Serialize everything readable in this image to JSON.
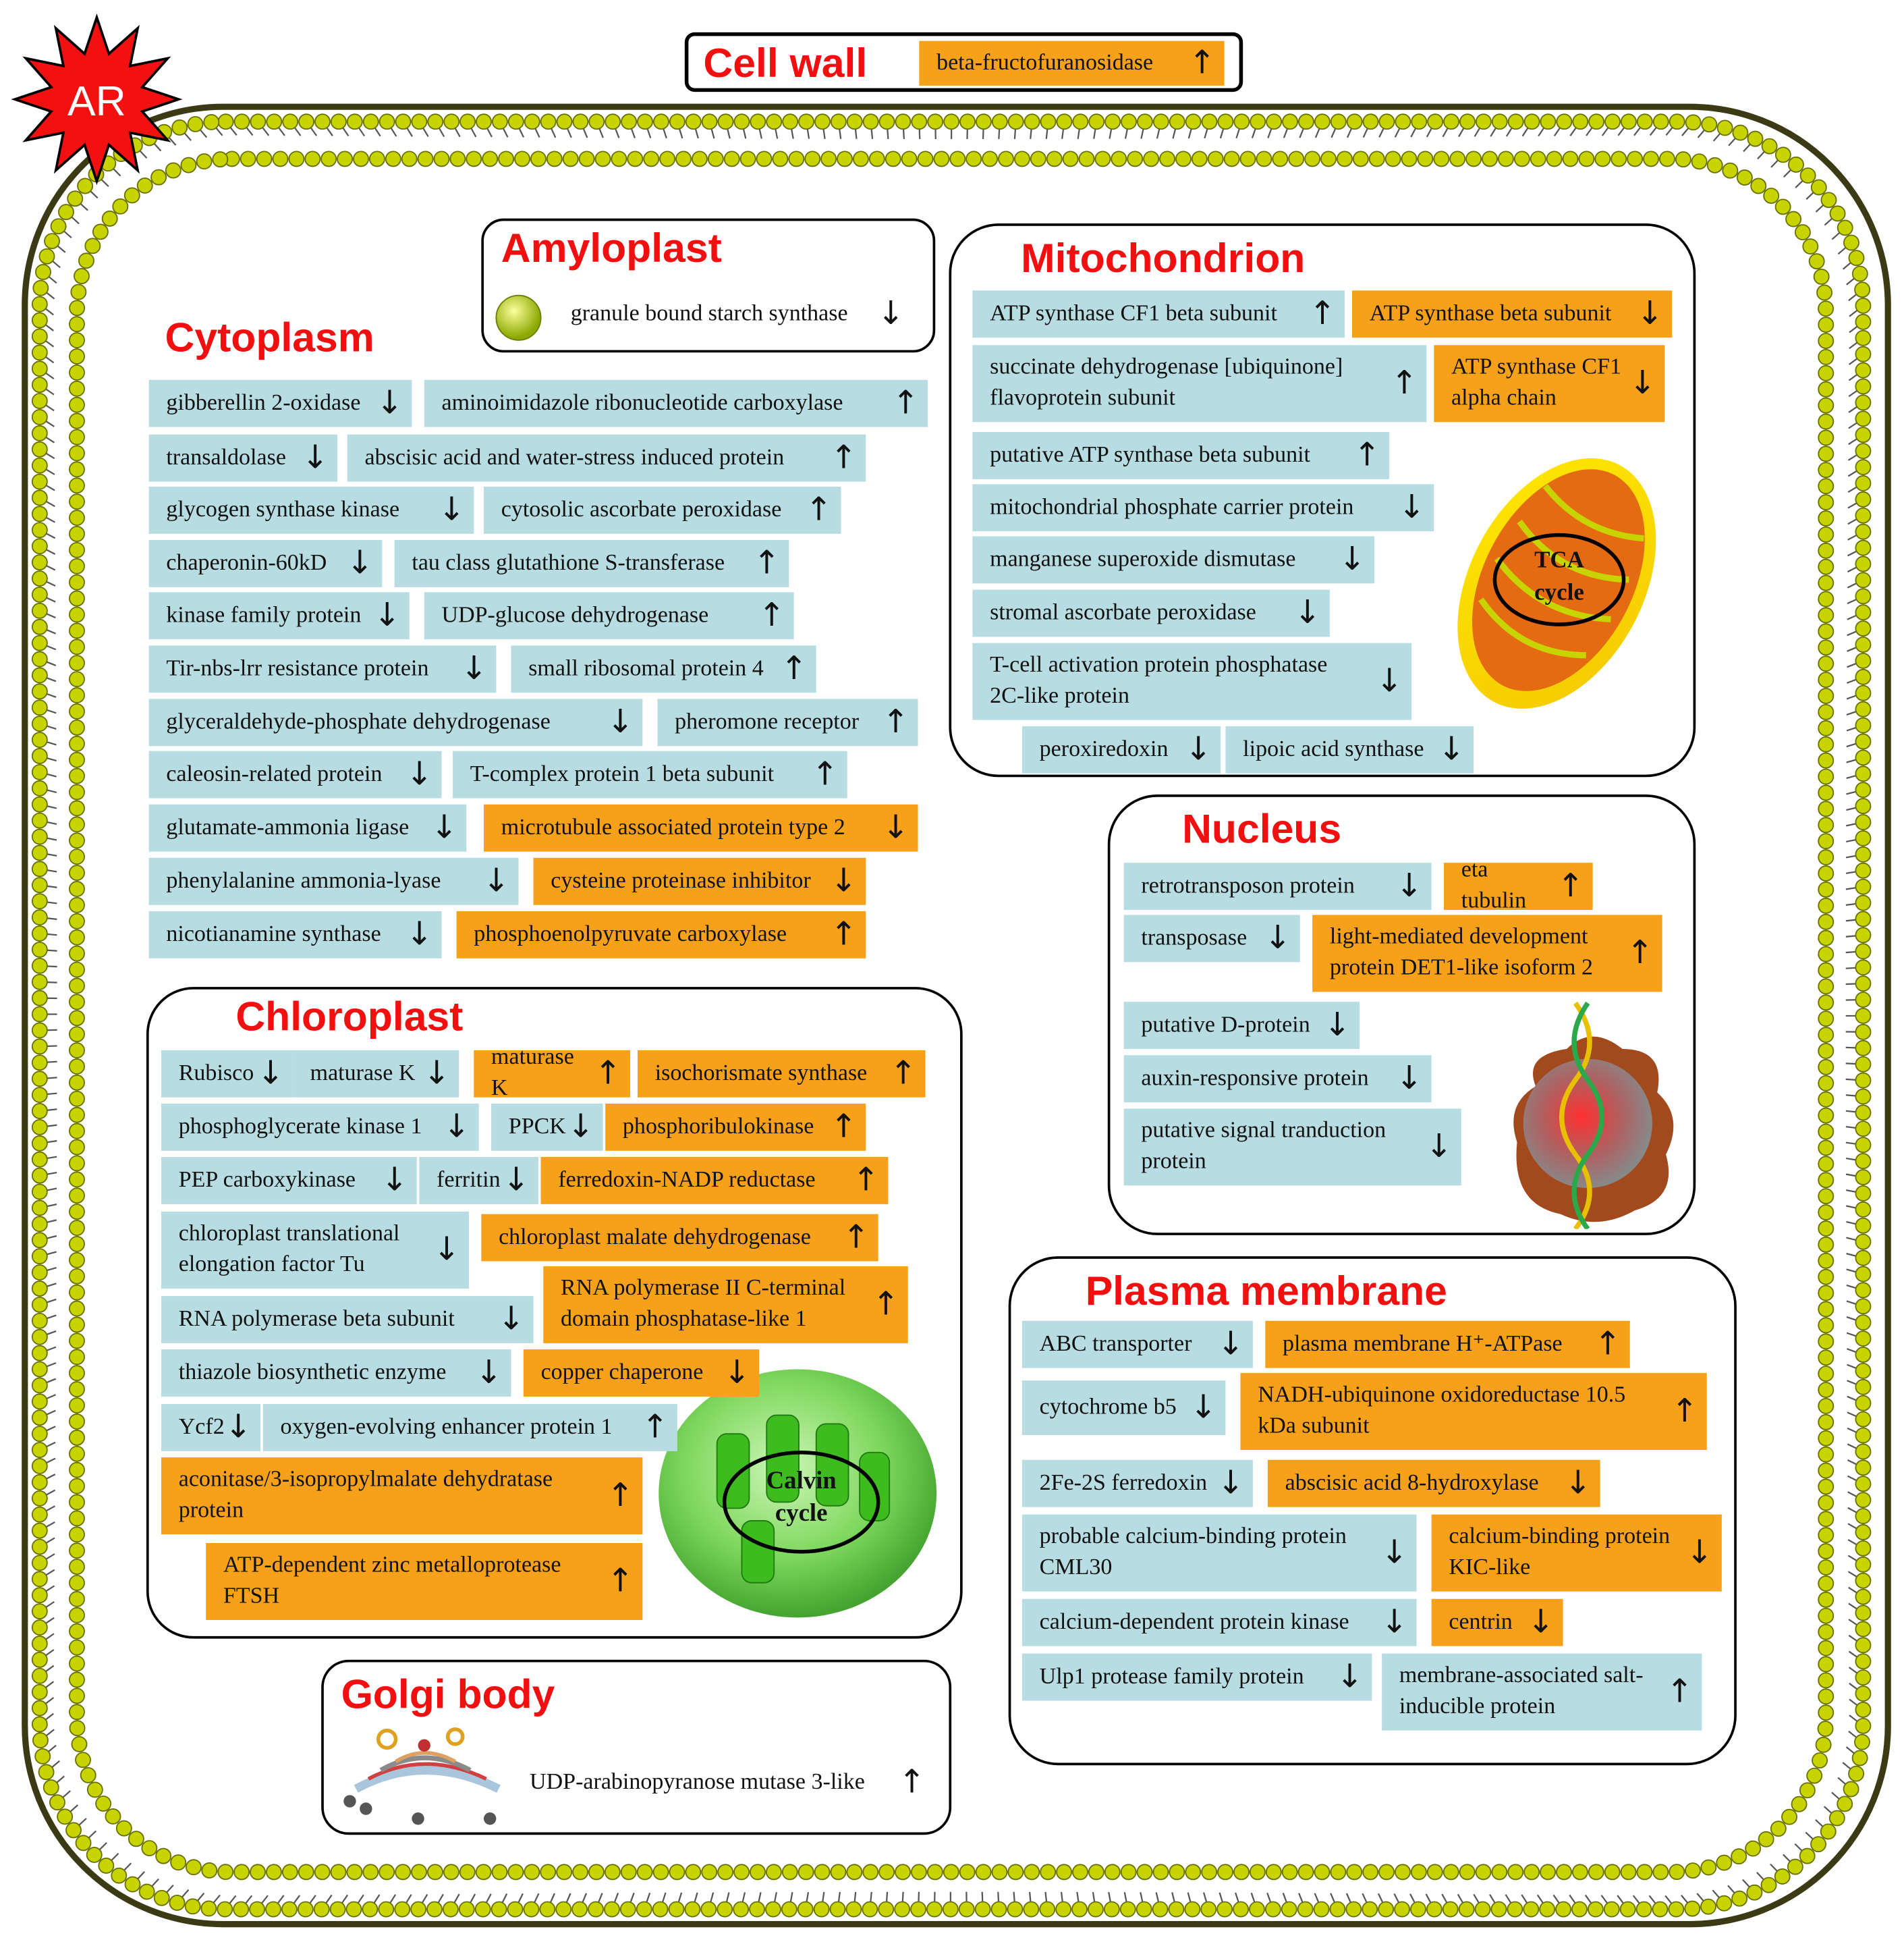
{
  "badge": "AR",
  "colors": {
    "mass_increase": "#f7a11a",
    "default": "#b7dde3",
    "title": "#f20f0f",
    "membrane_bead": "#c8d400"
  },
  "cellwall": {
    "title": "Cell wall",
    "item": {
      "label": "beta-fructofuranosidase",
      "dir": "up"
    }
  },
  "amyloplast": {
    "title": "Amyloplast",
    "item": {
      "label": "granule bound starch synthase",
      "dir": "down"
    }
  },
  "cytoplasm": {
    "title": "Cytoplasm",
    "items": [
      {
        "label": "gibberellin 2-oxidase",
        "dir": "down",
        "o": false
      },
      {
        "label": "aminoimidazole ribonucleotide carboxylase",
        "dir": "up",
        "o": false
      },
      {
        "label": "transaldolase",
        "dir": "down",
        "o": false
      },
      {
        "label": "abscisic acid and water-stress induced protein",
        "dir": "up",
        "o": false
      },
      {
        "label": "glycogen synthase kinase",
        "dir": "down",
        "o": false
      },
      {
        "label": "cytosolic ascorbate peroxidase",
        "dir": "up",
        "o": false
      },
      {
        "label": "chaperonin-60kD",
        "dir": "down",
        "o": false
      },
      {
        "label": "tau class glutathione S-transferase",
        "dir": "up",
        "o": false
      },
      {
        "label": "kinase family protein",
        "dir": "down",
        "o": false
      },
      {
        "label": "UDP-glucose dehydrogenase",
        "dir": "up",
        "o": false
      },
      {
        "label": "Tir-nbs-lrr resistance protein",
        "dir": "down",
        "o": false
      },
      {
        "label": "small ribosomal protein 4",
        "dir": "up",
        "o": false
      },
      {
        "label": "glyceraldehyde-phosphate dehydrogenase",
        "dir": "down",
        "o": false
      },
      {
        "label": "pheromone receptor",
        "dir": "up",
        "o": false
      },
      {
        "label": "caleosin-related protein",
        "dir": "down",
        "o": false
      },
      {
        "label": "T-complex protein 1 beta subunit",
        "dir": "up",
        "o": false
      },
      {
        "label": "glutamate-ammonia ligase",
        "dir": "down",
        "o": false
      },
      {
        "label": "microtubule associated protein type 2",
        "dir": "down",
        "o": true
      },
      {
        "label": "phenylalanine ammonia-lyase",
        "dir": "down",
        "o": false
      },
      {
        "label": "cysteine proteinase inhibitor",
        "dir": "down",
        "o": true
      },
      {
        "label": "nicotianamine synthase",
        "dir": "down",
        "o": false
      },
      {
        "label": "phosphoenolpyruvate carboxylase",
        "dir": "up",
        "o": true
      }
    ]
  },
  "chloroplast": {
    "title": "Chloroplast",
    "cycle": "Calvin cycle",
    "items": [
      {
        "label": "Rubisco",
        "dir": "down",
        "o": false
      },
      {
        "label": "maturase K",
        "dir": "down",
        "o": false
      },
      {
        "label": "maturase K",
        "dir": "up",
        "o": true
      },
      {
        "label": "isochorismate synthase",
        "dir": "up",
        "o": true
      },
      {
        "label": "phosphoglycerate kinase 1",
        "dir": "down",
        "o": false
      },
      {
        "label": "PPCK",
        "dir": "down",
        "o": false
      },
      {
        "label": "phosphoribulokinase",
        "dir": "up",
        "o": true
      },
      {
        "label": "PEP carboxykinase",
        "dir": "down",
        "o": false
      },
      {
        "label": "ferritin",
        "dir": "down",
        "o": false
      },
      {
        "label": "ferredoxin-NADP reductase",
        "dir": "up",
        "o": true
      },
      {
        "label": "chloroplast translational\nelongation factor Tu",
        "dir": "down",
        "o": false
      },
      {
        "label": "chloroplast malate dehydrogenase",
        "dir": "up",
        "o": true
      },
      {
        "label": "RNA polymerase II C-terminal\ndomain phosphatase-like 1",
        "dir": "up",
        "o": true
      },
      {
        "label": "RNA polymerase beta subunit",
        "dir": "down",
        "o": false
      },
      {
        "label": "thiazole biosynthetic enzyme",
        "dir": "down",
        "o": false
      },
      {
        "label": "copper chaperone",
        "dir": "down",
        "o": true
      },
      {
        "label": "Ycf2",
        "dir": "down",
        "o": false
      },
      {
        "label": "oxygen-evolving enhancer protein 1",
        "dir": "up",
        "o": false
      },
      {
        "label": "aconitase/3-isopropylmalate dehydratase\nprotein",
        "dir": "up",
        "o": true
      },
      {
        "label": "ATP-dependent zinc metalloprotease\nFTSH",
        "dir": "up",
        "o": true
      }
    ]
  },
  "golgi": {
    "title": "Golgi body",
    "item": {
      "label": "UDP-arabinopyranose mutase 3-like",
      "dir": "up"
    }
  },
  "mitochondrion": {
    "title": "Mitochondrion",
    "cycle": "TCA cycle",
    "items": [
      {
        "label": "ATP synthase CF1 beta subunit",
        "dir": "up",
        "o": false
      },
      {
        "label": "ATP synthase beta subunit",
        "dir": "down",
        "o": true
      },
      {
        "label": "succinate dehydrogenase [ubiquinone]\nflavoprotein subunit",
        "dir": "up",
        "o": false
      },
      {
        "label": "ATP synthase CF1\nalpha chain",
        "dir": "down",
        "o": true
      },
      {
        "label": "putative ATP synthase beta subunit",
        "dir": "up",
        "o": false
      },
      {
        "label": "mitochondrial phosphate carrier protein",
        "dir": "down",
        "o": false
      },
      {
        "label": "manganese superoxide dismutase",
        "dir": "down",
        "o": false
      },
      {
        "label": "stromal ascorbate peroxidase",
        "dir": "down",
        "o": false
      },
      {
        "label": "T-cell activation protein phosphatase\n2C-like protein",
        "dir": "down",
        "o": false
      },
      {
        "label": "peroxiredoxin",
        "dir": "down",
        "o": false
      },
      {
        "label": "lipoic acid synthase",
        "dir": "down",
        "o": false
      }
    ]
  },
  "nucleus": {
    "title": "Nucleus",
    "items": [
      {
        "label": "retrotransposon protein",
        "dir": "down",
        "o": false
      },
      {
        "label": "eta tubulin",
        "dir": "up",
        "o": true
      },
      {
        "label": "transposase",
        "dir": "down",
        "o": false
      },
      {
        "label": "light-mediated development\nprotein DET1-like isoform 2",
        "dir": "up",
        "o": true
      },
      {
        "label": "putative D-protein",
        "dir": "down",
        "o": false
      },
      {
        "label": "auxin-responsive protein",
        "dir": "down",
        "o": false
      },
      {
        "label": "putative signal tranduction\nprotein",
        "dir": "down",
        "o": false
      }
    ]
  },
  "plasma": {
    "title": "Plasma membrane",
    "items": [
      {
        "label": "ABC transporter",
        "dir": "down",
        "o": false
      },
      {
        "label": "plasma membrane H⁺-ATPase",
        "dir": "up",
        "o": true
      },
      {
        "label": "cytochrome b5",
        "dir": "down",
        "o": false
      },
      {
        "label": "NADH-ubiquinone oxidoreductase 10.5\nkDa subunit",
        "dir": "up",
        "o": true
      },
      {
        "label": "2Fe-2S ferredoxin",
        "dir": "down",
        "o": false
      },
      {
        "label": "abscisic acid 8-hydroxylase",
        "dir": "down",
        "o": true
      },
      {
        "label": "probable calcium-binding protein\nCML30",
        "dir": "down",
        "o": false
      },
      {
        "label": "calcium-binding protein\nKIC-like",
        "dir": "down",
        "o": true
      },
      {
        "label": "calcium-dependent protein kinase",
        "dir": "down",
        "o": false
      },
      {
        "label": "centrin",
        "dir": "down",
        "o": true
      },
      {
        "label": "Ulp1 protease family protein",
        "dir": "down",
        "o": false
      },
      {
        "label": "membrane-associated salt-\ninducible protein",
        "dir": "up",
        "o": false
      }
    ]
  }
}
